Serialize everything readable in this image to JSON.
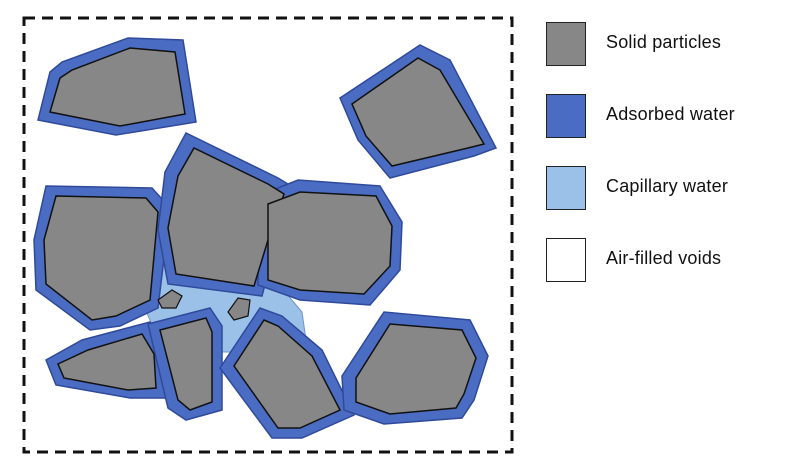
{
  "colors": {
    "solid": "#878787",
    "adsorbed": "#4a6cc3",
    "adsorbed_edge": "#3852a6",
    "capillary": "#9cc1e8",
    "air": "#ffffff",
    "outline": "#111111"
  },
  "legend": [
    {
      "key": "solid",
      "label": "Solid particles",
      "color": "#878787"
    },
    {
      "key": "adsorbed",
      "label": "Adsorbed water",
      "color": "#4a6cc3"
    },
    {
      "key": "capillary",
      "label": "Capillary water",
      "color": "#9cc1e8"
    },
    {
      "key": "air",
      "label": "Air-filled voids",
      "color": "#ffffff"
    }
  ]
}
